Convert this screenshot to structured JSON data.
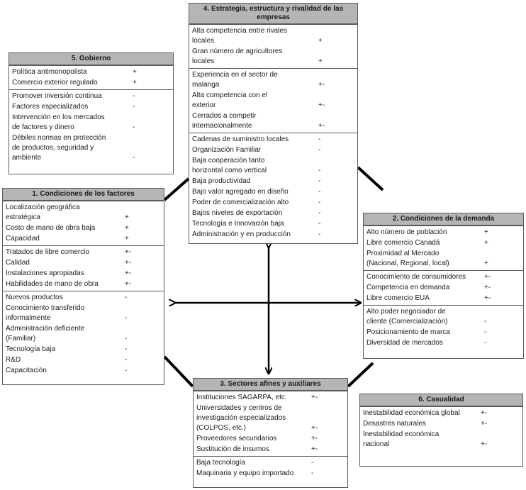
{
  "boxes": {
    "b4": {
      "title": "4. Estrategia, estructura y rivalidad de las empresas",
      "sections": [
        [
          {
            "label": "Alta competencia entre rivales\nlocales",
            "sign": "+"
          },
          {
            "label": "Gran número de agricultores\nlocales",
            "sign": "+"
          }
        ],
        [
          {
            "label": "Experiencia en el sector de\nmalanga",
            "sign": "+-"
          },
          {
            "label": "Alta competencia con el\nexterior",
            "sign": "+-"
          },
          {
            "label": "Cerrados a competir\ninternacionalmente",
            "sign": "+-"
          }
        ],
        [
          {
            "label": "Cadenas de suministro locales",
            "sign": "-"
          },
          {
            "label": "Organización Familiar",
            "sign": "-"
          },
          {
            "label": "Baja cooperación tanto\nhorizontal como vertical",
            "sign": "-"
          },
          {
            "label": "Baja productividad",
            "sign": "-"
          },
          {
            "label": "Bajo valor agregado en diseño",
            "sign": "-"
          },
          {
            "label": "Poder de comercialización alto",
            "sign": "-"
          },
          {
            "label": "Bajos niveles de exportación",
            "sign": "-"
          },
          {
            "label": "Tecnología e Innovación baja",
            "sign": "-"
          },
          {
            "label": "Administración y en producción",
            "sign": "-"
          }
        ]
      ]
    },
    "b5": {
      "title": "5. Gobierno",
      "sections": [
        [
          {
            "label": "Política antimonopolista",
            "sign": "+"
          },
          {
            "label": "Comercio exterior regulado",
            "sign": "+"
          }
        ],
        [
          {
            "label": "Promover inversión continua",
            "sign": "-"
          },
          {
            "label": "Factores especializados",
            "sign": "-"
          },
          {
            "label": "Intervención en los mercados\nde factores y dinero",
            "sign": "-"
          },
          {
            "label": "Débiles normas en protección\nde productos, seguridad y\nambiente",
            "sign": "-"
          }
        ]
      ]
    },
    "b1": {
      "title": "1. Condiciones de los factores",
      "sections": [
        [
          {
            "label": "Localización geográfica\nestratégica",
            "sign": "+"
          },
          {
            "label": "Costo de mano de obra baja",
            "sign": "+"
          },
          {
            "label": "Capacidad",
            "sign": "+"
          }
        ],
        [
          {
            "label": "Tratados de libre comercio",
            "sign": "+-"
          },
          {
            "label": "Calidad",
            "sign": "+-"
          },
          {
            "label": "Instalaciones apropiadas",
            "sign": "+-"
          },
          {
            "label": "Habilidades de mano de obra",
            "sign": "+-"
          }
        ],
        [
          {
            "label": "Nuevos productos",
            "sign": "-"
          },
          {
            "label": "Conocimiento transferido\ninformalmente",
            "sign": "-"
          },
          {
            "label": "Administración deficiente\n(Familiar)",
            "sign": "-"
          },
          {
            "label": "Tecnología baja",
            "sign": "-"
          },
          {
            "label": "R&D",
            "sign": "-"
          },
          {
            "label": "Capacitación",
            "sign": "-"
          }
        ]
      ]
    },
    "b2": {
      "title": "2. Condiciones de la demanda",
      "sections": [
        [
          {
            "label": "Alto número de población",
            "sign": "+"
          },
          {
            "label": "Libre comercio Canadá",
            "sign": "+"
          },
          {
            "label": "Proximidad al Mercado\n(Nacional, Regional, local)",
            "sign": "+"
          }
        ],
        [
          {
            "label": "Conocimiento de consumidores",
            "sign": "+-"
          },
          {
            "label": "Competencia en demanda",
            "sign": "+-"
          },
          {
            "label": "Libre comercio EUA",
            "sign": "+-"
          }
        ],
        [
          {
            "label": "Alto poder negociador de\ncliente (Comercialización)",
            "sign": "-"
          },
          {
            "label": "Posicionamiento de marca",
            "sign": "-"
          },
          {
            "label": "Diversidad de mercados",
            "sign": "-"
          }
        ]
      ]
    },
    "b3": {
      "title": "3. Sectores afines y auxiliares",
      "sections": [
        [
          {
            "label": "Instituciones SAGARPA, etc.",
            "sign": "+-"
          },
          {
            "label": "Universidades y centros de\ninvestigación especializados\n(COLPOS, etc.)",
            "sign": "+-"
          },
          {
            "label": "Proveedores secundarios",
            "sign": "+-"
          },
          {
            "label": "Sustitución de insumos",
            "sign": "+-"
          }
        ],
        [
          {
            "label": "Baja tecnología",
            "sign": "-"
          },
          {
            "label": "Maquinaria y equipo importado",
            "sign": "-"
          }
        ]
      ]
    },
    "b6": {
      "title": "6. Casualidad",
      "sections": [
        [
          {
            "label": "Inestabilidad económica global",
            "sign": "+-"
          },
          {
            "label": "Desastres naturales",
            "sign": "+-"
          },
          {
            "label": "Inestabilidad económica\nnacional",
            "sign": "+-"
          }
        ]
      ]
    }
  },
  "colors": {
    "title_bg": "#b5b5b5",
    "border": "#5a5a5a",
    "arrow": "#000000"
  }
}
